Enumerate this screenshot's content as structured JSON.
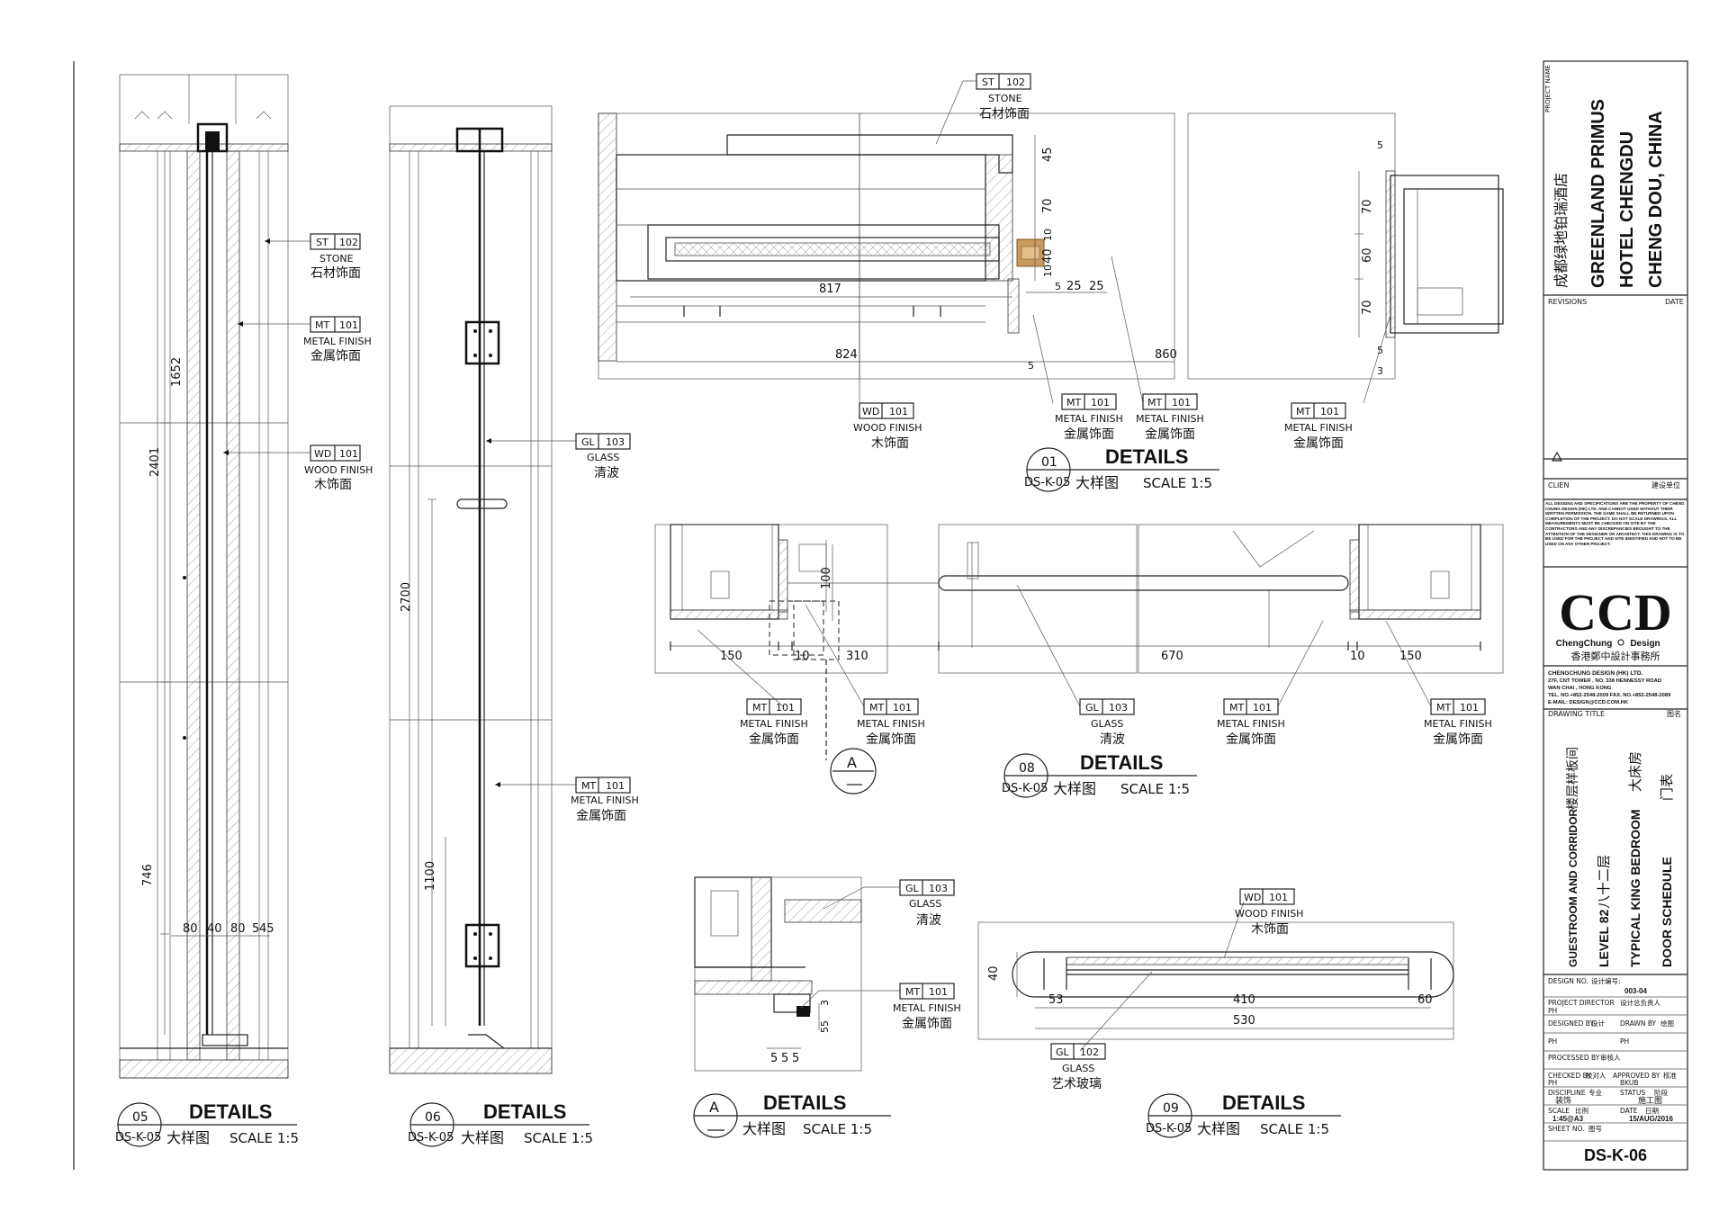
{
  "tags": {
    "st102": {
      "code": "ST",
      "num": "102",
      "en": "STONE",
      "cn": "石材饰面"
    },
    "mt101": {
      "code": "MT",
      "num": "101",
      "en": "METAL FINISH",
      "cn": "金属饰面"
    },
    "wd101": {
      "code": "WD",
      "num": "101",
      "en": "WOOD FINISH",
      "cn": "木饰面"
    },
    "gl103": {
      "code": "GL",
      "num": "103",
      "en": "GLASS",
      "cn": "清波"
    },
    "gl102": {
      "code": "GL",
      "num": "102",
      "en": "GLASS",
      "cn": "艺术玻璃"
    }
  },
  "details": {
    "d01": {
      "num": "01",
      "sheet": "DS-K-05",
      "title": "DETAILS",
      "cn": "大样图",
      "scale": "SCALE  1:5"
    },
    "d05": {
      "num": "05",
      "sheet": "DS-K-05",
      "title": "DETAILS",
      "cn": "大样图",
      "scale": "SCALE  1:5"
    },
    "d06": {
      "num": "06",
      "sheet": "DS-K-05",
      "title": "DETAILS",
      "cn": "大样图",
      "scale": "SCALE  1:5"
    },
    "d08": {
      "num": "08",
      "sheet": "DS-K-05",
      "title": "DETAILS",
      "cn": "大样图",
      "scale": "SCALE  1:5"
    },
    "d09": {
      "num": "09",
      "sheet": "DS-K-05",
      "title": "DETAILS",
      "cn": "大样图",
      "scale": "SCALE  1:5"
    },
    "dA": {
      "num": "A",
      "title": "DETAILS",
      "cn": "大样图",
      "scale": "SCALE  1:5"
    }
  },
  "dims": {
    "d05": {
      "h1": "1652",
      "h2": "2401",
      "h3": "746",
      "w1": "80",
      "w2": "40",
      "w3": "80",
      "w4": "5",
      "w5": "45"
    },
    "d06": {
      "h1": "2700",
      "h2": "1100"
    },
    "d01": {
      "a": "45",
      "b": "70",
      "c": "10",
      "d": "40",
      "e": "10",
      "f": "817",
      "g": "25",
      "h": "25",
      "i": "5",
      "j": "824",
      "k": "860",
      "l": "5",
      "m": "5",
      "n": "70",
      "o": "60",
      "p": "70",
      "q": "5",
      "r": "3"
    },
    "d08": {
      "a": "100",
      "b": "150",
      "c": "10",
      "d": "310",
      "e": "670",
      "f": "10",
      "g": "150"
    },
    "dA": {
      "a": "55",
      "b": "3",
      "c": "5",
      "d": "5",
      "e": "5"
    },
    "d09": {
      "a": "40",
      "b": "53",
      "c": "410",
      "d": "60",
      "e": "530"
    }
  },
  "titleblock": {
    "project_name_label": "PROJECT NAME",
    "project_cn": "成都绿地铂瑞酒店",
    "project_en1": "GREENLAND PRIMUS",
    "project_en2": "HOTEL CHENGDU",
    "project_en3": "CHENG DOU, CHINA",
    "revisions": "REVISIONS",
    "date_label": "DATE",
    "clien": "CLIEN",
    "client_cn": "建设单位",
    "disclaimer": "ALL DESIGNS AND SPECIFICATIONS ARE THE PROPERTY OF CHENG CHUNG DESIGN (HK) LTD. AND CANNOT USED WITHOUT THEIR WRITTEN PERMISSION. THE SAME SHALL BE RETURNED UPON COMPLETION OF THE PROJECT. DO NOT SCALE DRAWINGS. ALL MEASUREMENTS MUST BE CHECKED ON SITE BY THE CONTRACTORS AND ANY DISCREPANCIES BROUGHT TO THE ATTENTION OF THE DESIGNER OR ARCHITECT. THIS DRAWING IS TO BE USED FOR THE PROJECT AND SITE IDENTIFIED AND NOT TO BE USED ON ANY OTHER PROJECT.",
    "logo": "CCD",
    "logo_sub": "ChengChung",
    "logo_sub2": "Design",
    "logo_cn": "香港鄭中設計事務所",
    "company": "CHENGCHUNG DESIGN (HK) LTD.",
    "addr1": "27F, CNT TOWER , NO. 338 HENNESSY ROAD",
    "addr2": "WAN CHAI , HONG KONG",
    "tel": "TEL. NO.+852-2548-2009   FAX. NO.+852-2548-2089",
    "email": "E-MAIL: DESIGN@CCD.COM.HK",
    "drawing_title": "DRAWING TITLE",
    "drawing_title_cn": "图名",
    "title1": "GUESTROOM AND CORRIDOR",
    "title1_cn": "楼层样板间",
    "title2": "LEVEL 82",
    "title2_cn": "八十二层",
    "title3": "TYPICAL KING BEDROOM",
    "title3_cn": "大床房",
    "title4": "DOOR SCHEDULE",
    "title4_cn": "门表",
    "design_no_label": "DESIGN NO.",
    "design_no_cn": "设计编号:",
    "design_no": "003-04",
    "project_director": "PROJECT DIRECTOR",
    "project_director_cn": "设计总负责人",
    "ph1": "PH",
    "designed_by": "DESIGNED BY",
    "designed_by_cn": "设计",
    "drawn_by": "DRAWN BY",
    "drawn_by_cn": "绘图",
    "ph2": "PH",
    "ph3": "PH",
    "processed_by": "PROCESSED BY",
    "processed_by_cn": "审核人",
    "checked_by": "CHECKED BY",
    "checked_by_cn": "校对人",
    "approved_by": "APPROVED BY",
    "approved_by_cn": "核准",
    "ph4": "PH",
    "bkub": "BKUB",
    "discipline": "DISCIPLINE",
    "discipline_cn": "专业",
    "status": "STATUS",
    "status_cn": "阶段",
    "discipline_val": "装饰",
    "status_val": "施工图",
    "scale_label": "SCALE",
    "scale_cn": "比例",
    "date2_label": "DATE",
    "date2_cn": "日期",
    "scale_val": "1:45@A3",
    "date_val": "15/AUG/2016",
    "sheet_no": "SHEET NO.",
    "sheet_no_cn": "图号",
    "sheet": "DS-K-06"
  }
}
